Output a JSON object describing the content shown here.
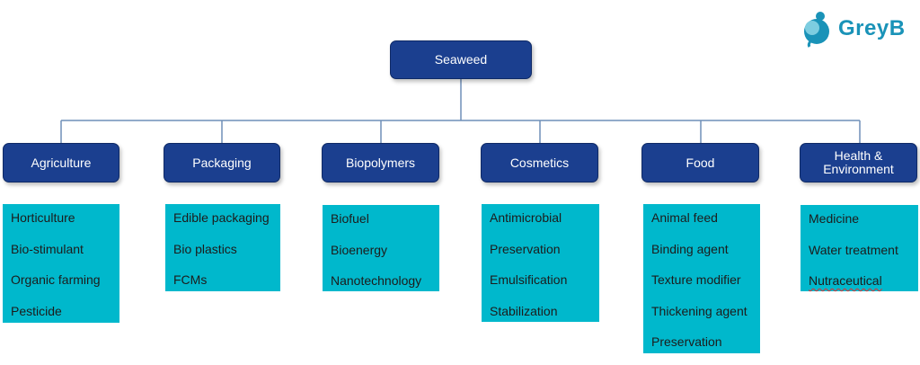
{
  "root": {
    "label": "Seaweed"
  },
  "categories": [
    {
      "label": "Agriculture",
      "items": [
        "Horticulture",
        "Bio-stimulant",
        "Organic farming",
        "Pesticide"
      ]
    },
    {
      "label": "Packaging",
      "items": [
        "Edible packaging",
        "Bio plastics",
        "FCMs"
      ]
    },
    {
      "label": "Biopolymers",
      "items": [
        "Biofuel",
        "Bioenergy",
        "Nanotechnology"
      ]
    },
    {
      "label": "Cosmetics",
      "items": [
        "Antimicrobial",
        "Preservation",
        "Emulsification",
        "Stabilization"
      ]
    },
    {
      "label": "Food",
      "items": [
        "Animal feed",
        "Binding agent",
        "Texture modifier",
        "Thickening agent",
        "Preservation"
      ]
    },
    {
      "label": "Health &\nEnvironment",
      "items": [
        "Medicine",
        "Water treatment",
        "Nutraceutical"
      ]
    }
  ],
  "logo": {
    "text": "GreyB",
    "icon": "greyb-logo-icon"
  },
  "colors": {
    "node_fill": "#1b3f8f",
    "list_fill": "#00b8cc",
    "connector": "#6f8fb8",
    "logo": "#1a93b8"
  }
}
